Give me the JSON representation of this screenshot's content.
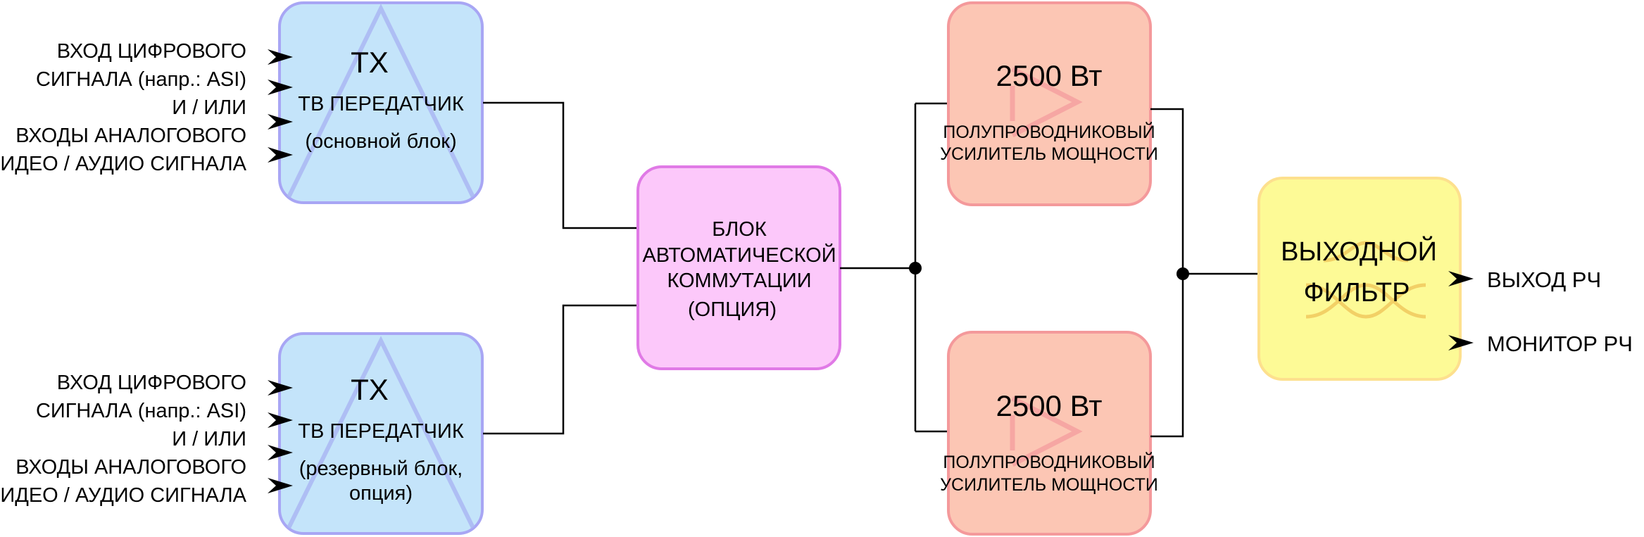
{
  "transmitter_main": {
    "inputs": [
      "ВХОД ЦИФРОВОГО",
      "СИГНАЛА (напр.: ASI)",
      "И / ИЛИ",
      "ВХОДЫ АНАЛОГОВОГО",
      "ВИДЕО / АУДИО СИГНАЛА"
    ],
    "title": "TX",
    "subtitle": "ТВ ПЕРЕДАТЧИК",
    "note": "(основной блок)"
  },
  "transmitter_reserve": {
    "inputs": [
      "ВХОД ЦИФРОВОГО",
      "СИГНАЛА (напр.: ASI)",
      "И / ИЛИ",
      "ВХОДЫ АНАЛОГОВОГО",
      "ВИДЕО / АУДИО СИГНАЛА"
    ],
    "title": "TX",
    "subtitle": "ТВ ПЕРЕДАТЧИК",
    "note_line1": "(резервный блок,",
    "note_line2": "опция)"
  },
  "switch_block": {
    "lines": [
      "БЛОК",
      "АВТОМАТИЧЕСКОЙ",
      "КОММУТАЦИИ",
      "(ОПЦИЯ)"
    ]
  },
  "amplifier_top": {
    "power": "2500 Вт",
    "line1": "ПОЛУПРОВОДНИКОВЫЙ",
    "line2": "УСИЛИТЕЛЬ МОЩНОСТИ"
  },
  "amplifier_bottom": {
    "power": "2500 Вт",
    "line1": "ПОЛУПРОВОДНИКОВЫЙ",
    "line2": "УСИЛИТЕЛЬ МОЩНОСТИ"
  },
  "output_filter": {
    "line1": "ВЫХОДНОЙ",
    "line2": "ФИЛЬТР"
  },
  "outputs": {
    "rf_out": "ВЫХОД РЧ",
    "rf_monitor": "МОНИТОР РЧ"
  },
  "colors": {
    "tx_fill": "#c4e4fa",
    "tx_border": "#a8a6f4",
    "switch_fill": "#fcc8fa",
    "switch_border": "#e07ae6",
    "amp_fill": "#fcc6b4",
    "amp_border": "#f4999b",
    "filter_fill": "#fdfa96",
    "filter_border": "#fde08e"
  },
  "icons": {
    "tx": "triangle-icon",
    "amp": "amplifier-icon",
    "filter": "bandpass-filter-icon",
    "arrow": "arrowhead-icon"
  }
}
